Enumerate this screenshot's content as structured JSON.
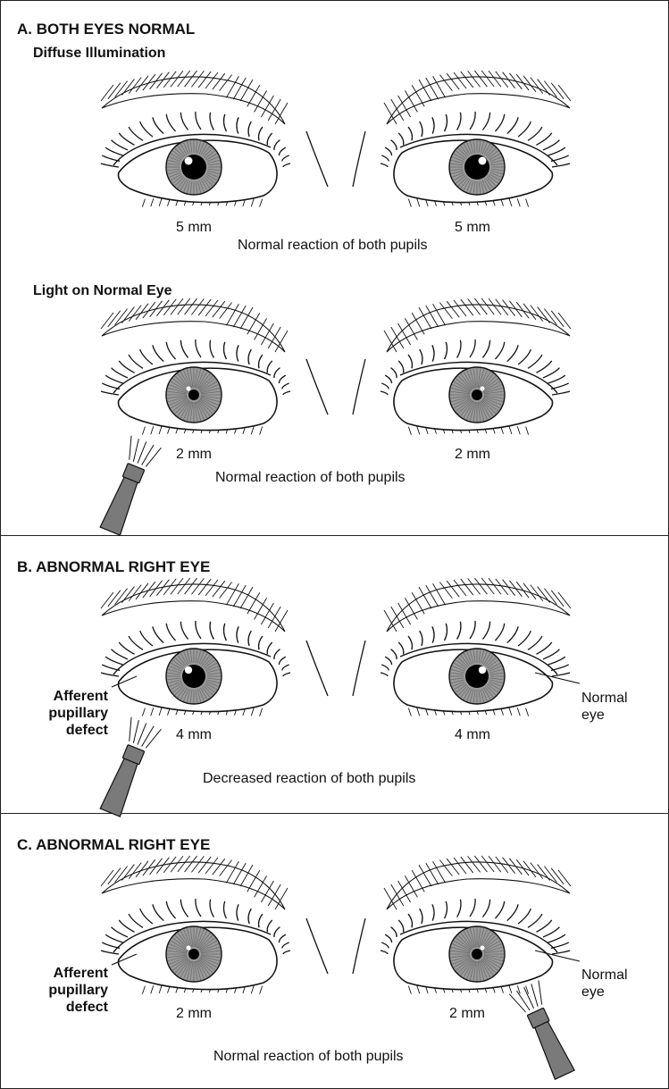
{
  "panels": {
    "a": {
      "title": "A. BOTH EYES NORMAL",
      "sub1": {
        "title": "Diffuse Illumination",
        "left_size": "5 mm",
        "right_size": "5 mm",
        "caption": "Normal reaction of both pupils",
        "light": "none"
      },
      "sub2": {
        "title": "Light on Normal Eye",
        "left_size": "2 mm",
        "right_size": "2 mm",
        "caption": "Normal reaction of both pupils",
        "light": "left"
      }
    },
    "b": {
      "title": "B. ABNORMAL RIGHT EYE",
      "left_label_lines": [
        "Afferent",
        "pupillary",
        "defect"
      ],
      "right_label_lines": [
        "Normal",
        "eye"
      ],
      "left_size": "4 mm",
      "right_size": "4 mm",
      "caption": "Decreased reaction of both pupils",
      "light": "left"
    },
    "c": {
      "title": "C. ABNORMAL RIGHT EYE",
      "left_label_lines": [
        "Afferent",
        "pupillary",
        "defect"
      ],
      "right_label_lines": [
        "Normal",
        "eye"
      ],
      "left_size": "2 mm",
      "right_size": "2 mm",
      "caption": "Normal reaction of both pupils",
      "light": "right"
    }
  },
  "colors": {
    "line": "#111111",
    "iris": "#9a9a9a",
    "iris_dark": "#6f6f6f",
    "pupil": "#000000",
    "flashlight": "#7a7a7a"
  },
  "icons": {
    "eye": "eye-illustration",
    "brow": "eyebrow-hatching",
    "flashlight": "penlight-icon"
  }
}
